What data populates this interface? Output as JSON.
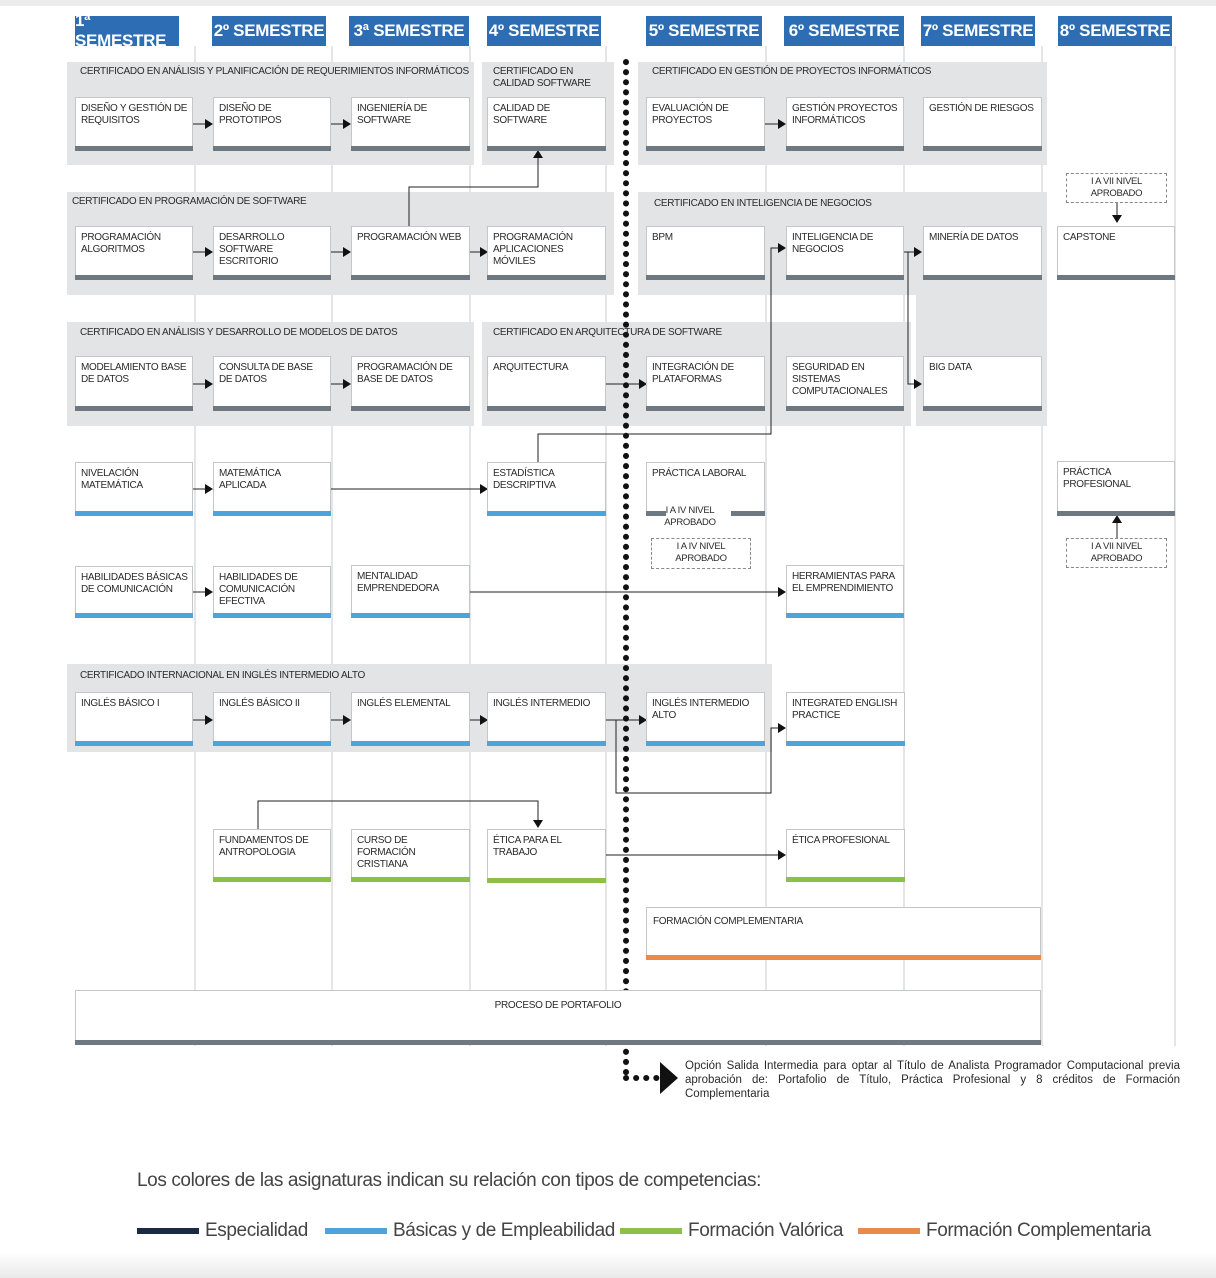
{
  "semesters": [
    "1ª SEMESTRE",
    "2º SEMESTRE",
    "3ª SEMESTRE",
    "4º SEMESTRE",
    "5º SEMESTRE",
    "6º SEMESTRE",
    "7º SEMESTRE",
    "8º SEMESTRE"
  ],
  "certificates": {
    "analisis_req": "CERTIFICADO EN ANÁLISIS Y PLANIFICACIÓN DE REQUERIMIENTOS INFORMÁTICOS",
    "calidad": "CERTIFICADO EN CALIDAD SOFTWARE",
    "gestion_proy": "CERTIFICADO EN GESTIÓN DE PROYECTOS INFORMÁTICOS",
    "programacion": "CERTIFICADO EN PROGRAMACIÓN DE SOFTWARE",
    "negocios": "CERTIFICADO EN INTELIGENCIA DE NEGOCIOS",
    "datos": "CERTIFICADO EN ANÁLISIS Y DESARROLLO DE MODELOS DE DATOS",
    "arquitectura": "CERTIFICADO EN ARQUITECTURA DE SOFTWARE",
    "ingles": "CERTIFICADO INTERNACIONAL EN INGLÉS INTERMEDIO ALTO"
  },
  "courses": {
    "disenio_req": "DISEÑO Y GESTIÓN DE REQUISITOS",
    "prototipos": "DISEÑO DE PROTOTIPOS",
    "ing_software": "INGENIERÍA DE SOFTWARE",
    "calidad_sw": "CALIDAD DE SOFTWARE",
    "eval_proy": "EVALUACIÓN DE PROYECTOS",
    "gestion_proy": "GESTIÓN PROYECTOS INFORMÁTICOS",
    "riesgos": "GESTIÓN DE RIESGOS",
    "prog_algoritmos": "PROGRAMACIÓN ALGORITMOS",
    "desarrollo_escritorio": "DESARROLLO SOFTWARE ESCRITORIO",
    "prog_web": "PROGRAMACIÓN WEB",
    "prog_moviles": "PROGRAMACIÓN APLICACIONES MÓVILES",
    "bpm": "BPM",
    "intel_negocios": "INTELIGENCIA DE NEGOCIOS",
    "mineria": "MINERÍA DE DATOS",
    "capstone": "CAPSTONE",
    "modelamiento": "MODELAMIENTO BASE DE DATOS",
    "consulta_bd": "CONSULTA DE BASE DE DATOS",
    "prog_bd": "PROGRAMACIÓN DE BASE DE DATOS",
    "arquitectura": "ARQUITECTURA",
    "integracion": "INTEGRACIÓN DE PLATAFORMAS",
    "seguridad": "SEGURIDAD EN SISTEMAS COMPUTACIONALES",
    "big_data": "BIG DATA",
    "nivelacion_mat": "NIVELACIÓN MATEMÁTICA",
    "mat_aplicada": "MATEMÁTICA APLICADA",
    "estadistica": "ESTADÍSTICA DESCRIPTIVA",
    "practica_laboral": "PRÁCTICA LABORAL",
    "practica_prof": "PRÁCTICA PROFESIONAL",
    "hab_basicas": "HABILIDADES BÁSICAS DE COMUNICACIÓN",
    "hab_efectiva": "HABILIDADES DE COMUNICACIÓN EFECTIVA",
    "mentalidad": "MENTALIDAD EMPRENDEDORA",
    "herramientas_emp": "HERRAMIENTAS PARA EL EMPRENDIMIENTO",
    "ingles_1": "INGLÉS BÁSICO I",
    "ingles_2": "INGLÉS BÁSICO II",
    "ingles_elemental": "INGLÉS ELEMENTAL",
    "ingles_intermedio": "INGLÉS INTERMEDIO",
    "ingles_int_alto": "INGLÉS INTERMEDIO ALTO",
    "integrated_english": "INTEGRATED ENGLISH PRACTICE",
    "antropologia": "FUNDAMENTOS DE ANTROPOLOGIA",
    "cristiana": "CURSO DE FORMACIÓN CRISTIANA",
    "etica_trabajo": "ÉTICA PARA EL TRABAJO",
    "etica_prof": "ÉTICA PROFESIONAL",
    "formacion_comp": "FORMACIÓN COMPLEMENTARIA",
    "portafolio": "PROCESO DE PORTAFOLIO"
  },
  "notes": {
    "vii_nivel": "I A VII NIVEL APROBADO",
    "iv_nivel": "I A IV NIVEL APROBADO"
  },
  "exit_option": "Opción Salida Intermedia para optar al Título de Analista Programador Computacional previa aprobación de: Portafolio de Título, Práctica Profesional y 8 créditos de Formación Complementaria",
  "legend": {
    "intro": "Los colores de las asignaturas indican su relación con tipos de competencias:",
    "items": [
      {
        "label": "Especialidad",
        "color": "#1a2a45"
      },
      {
        "label": "Básicas y de Empleabilidad",
        "color": "#4ea3dd"
      },
      {
        "label": "Formación Valórica",
        "color": "#8cc048"
      },
      {
        "label": "Formación Complementaria",
        "color": "#e98a4b"
      }
    ]
  },
  "colors": {
    "semester_header": "#2c6db4",
    "certificate_bg": "#e3e4e5",
    "especialidad_bar": "#6e7880",
    "basicas_bar": "#4ea3dd",
    "valorica_bar": "#8cc048",
    "complementaria_bar": "#e98a4b"
  }
}
